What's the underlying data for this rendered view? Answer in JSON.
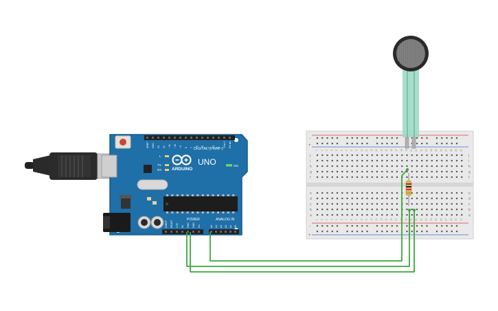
{
  "arduino": {
    "brand": "ARDUINO",
    "model": "UNO",
    "digital_header_label": "DIGITAL (PWM~)",
    "power_label": "POWER",
    "analog_label": "ANALOG IN",
    "on_label": "ON",
    "led_labels": [
      "L",
      "TX",
      "RX"
    ],
    "digital_pins": [
      "AREF",
      "GND",
      "13",
      "12",
      "~11",
      "~10",
      "~9",
      "8",
      "7",
      "~6",
      "~5",
      "4",
      "~3",
      "2",
      "TX►1",
      "RX◄0"
    ],
    "power_pins": [
      "IOREF",
      "RESET",
      "3.3V",
      "5V",
      "GND",
      "GND",
      "Vin"
    ],
    "analog_pins": [
      "A0",
      "A1",
      "A2",
      "A3",
      "A4",
      "A5"
    ]
  },
  "breadboard": {
    "row_letters_top": [
      "j",
      "i",
      "h",
      "g",
      "f"
    ],
    "row_letters_bottom": [
      "e",
      "d",
      "c",
      "b",
      "a"
    ],
    "columns": 30,
    "rail_plus": "+",
    "rail_minus": "-"
  },
  "colors": {
    "board_blue": "#1f6fa8",
    "board_dark": "#175b8c",
    "wire_green": "#3aa83a",
    "rail_red": "#d83b3b",
    "rail_blue": "#3b6fd8",
    "sensor_lead": "#9fd9c6"
  }
}
